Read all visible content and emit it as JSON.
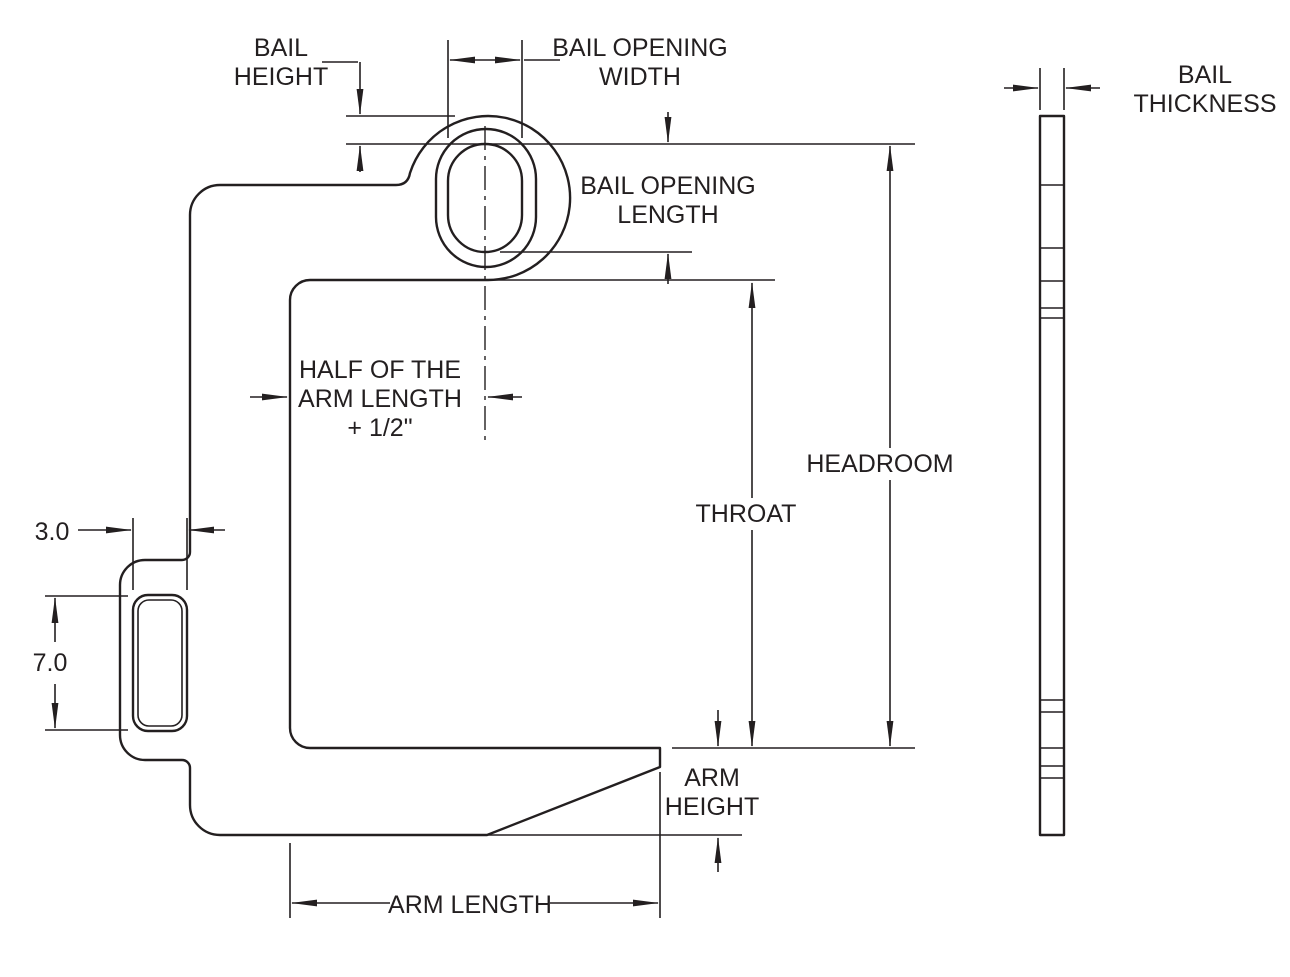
{
  "colors": {
    "line": "#231f20",
    "background": "#ffffff"
  },
  "drawing": {
    "type": "engineering-dimension-diagram",
    "subject": "C-hook / lifting bail plate, front view and side (thickness) view"
  },
  "labels": {
    "bail_height": [
      "BAIL",
      "HEIGHT"
    ],
    "bail_opening_width": [
      "BAIL OPENING",
      "WIDTH"
    ],
    "bail_opening_length": [
      "BAIL OPENING",
      "LENGTH"
    ],
    "half_arm_length": [
      "HALF OF THE",
      "ARM LENGTH",
      "+ 1/2\""
    ],
    "headroom": "HEADROOM",
    "throat": "THROAT",
    "arm_height": [
      "ARM",
      "HEIGHT"
    ],
    "arm_length": "ARM LENGTH",
    "lug_hole_width": "3.0",
    "lug_hole_height": "7.0",
    "bail_thickness": [
      "BAIL",
      "THICKNESS"
    ]
  }
}
